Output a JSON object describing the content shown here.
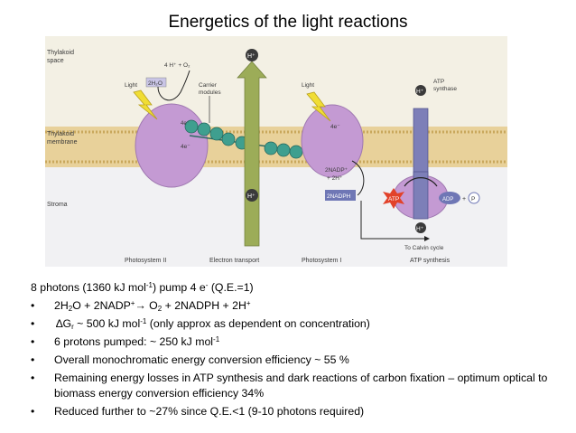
{
  "slide": {
    "title": "Energetics of the light reactions"
  },
  "figure": {
    "labels": {
      "thylakoid_space_1": "Thylakoid",
      "thylakoid_space_2": "space",
      "thylakoid_membrane_1": "Thylakoid",
      "thylakoid_membrane_2": "membrane",
      "stroma": "Stroma",
      "light_left": "Light",
      "light_right": "Light",
      "water": "2H₂O",
      "oxygen": "4 H⁺ + O₂",
      "carrier_1": "Carrier",
      "carrier_2": "modules",
      "e4_left": "4e⁻",
      "e4_right": "4e⁻",
      "e4_carrier": "4e⁻",
      "hplus_top": "H⁺",
      "hplus_bottom": "H⁺",
      "hplus_synthase_top": "H⁺",
      "hplus_synthase_bottom": "H⁺",
      "atp_synthase_1": "ATP",
      "atp_synthase_2": "synthase",
      "nadp_1": "2NADP⁺",
      "nadp_2": "+ 2H⁺",
      "nadph": "2NADPH",
      "atp": "ATP",
      "adp": "ADP",
      "pi": "P",
      "to_calvin": "To Calvin cycle",
      "photosystem_ii": "Photosystem II",
      "electron_transport": "Electron transport",
      "photosystem_i": "Photosystem I",
      "atp_synthesis": "ATP synthesis"
    }
  },
  "body": {
    "intro": {
      "a": "8 photons (1360 kJ mol",
      "sup1": "-1",
      "b": ") pump 4 e",
      "sup2": "-",
      "c": " (Q.E.=1)"
    },
    "b1": {
      "a": "2H",
      "sub1": "2",
      "b": "O + 2NADP",
      "sup1": "+",
      "c": "→  O",
      "sub2": "2",
      "d": " + 2NADPH + 2H",
      "sup2": "+"
    },
    "b2": {
      "a": "∆G",
      "sub1": "r",
      "b": " ~ 500 kJ mol",
      "sup1": "-1",
      "c": " (only approx as dependent on concentration)"
    },
    "b3": {
      "a": "6 protons pumped: ~ 250 kJ mol",
      "sup1": "-1"
    },
    "b4": "Overall monochromatic energy conversion efficiency ~ 55 %",
    "b5": "Remaining energy losses in ATP synthesis and dark reactions of carbon fixation – optimum optical to biomass energy conversion efficiency 34%",
    "b6": "Reduced further to ~27% since Q.E.<1 (9-10 photons required)"
  },
  "colors": {
    "membrane": "#e8d19a",
    "membrane_stripe": "#c9a75c",
    "photosystem": "#c49ad3",
    "carrier": "#3f9f8f",
    "arrow_green": "#9cac58",
    "synthase": "#7d7fb8",
    "atp_star": "#e2422a",
    "nadph_box": "#6f77b5",
    "background_top": "#f3f0e4",
    "background_bottom": "#f1f1f3"
  }
}
